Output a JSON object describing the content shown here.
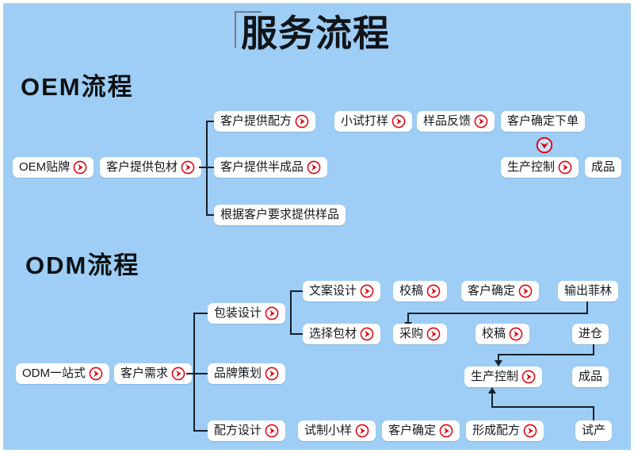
{
  "page": {
    "title": "服务流程",
    "background_color": "#9ecef5",
    "node_color": "#ffffff",
    "accent_color": "#e3000f",
    "connector_color": "#16202b"
  },
  "sections": [
    {
      "id": "oem",
      "heading": "OEM流程"
    },
    {
      "id": "odm",
      "heading": "ODM流程"
    }
  ],
  "oem": {
    "start": {
      "label": "OEM贴牌",
      "icon": "red-arrow-right-icon"
    },
    "second": {
      "label": "客户提供包材",
      "icon": "red-arrow-right-icon"
    },
    "branches": [
      {
        "label": "客户提供配方",
        "icon": "red-arrow-right-icon"
      },
      {
        "label": "客户提供半成品",
        "icon": "red-arrow-right-icon"
      },
      {
        "label": "根据客户要求提供样品",
        "icon": "none"
      }
    ],
    "top_chain": [
      {
        "label": "小试打样",
        "icon": "red-arrow-right-icon"
      },
      {
        "label": "样品反馈",
        "icon": "red-arrow-right-icon"
      },
      {
        "label": "客户确定下单",
        "icon": "none"
      }
    ],
    "down_icon": "red-arrow-down-icon",
    "final_chain": [
      {
        "label": "生产控制",
        "icon": "red-arrow-right-icon"
      },
      {
        "label": "成品",
        "icon": "none"
      }
    ]
  },
  "odm": {
    "start": {
      "label": "ODM一站式",
      "icon": "red-arrow-right-icon"
    },
    "second": {
      "label": "客户需求",
      "icon": "red-arrow-right-icon"
    },
    "branches": [
      {
        "label": "包装设计",
        "icon": "red-arrow-right-icon"
      },
      {
        "label": "品牌策划",
        "icon": "red-arrow-right-icon"
      },
      {
        "label": "配方设计",
        "icon": "red-arrow-right-icon"
      }
    ],
    "packaging_row_a": [
      {
        "label": "文案设计",
        "icon": "red-arrow-right-icon"
      },
      {
        "label": "校稿",
        "icon": "red-arrow-right-icon"
      },
      {
        "label": "客户确定",
        "icon": "red-arrow-right-icon"
      },
      {
        "label": "输出菲林",
        "icon": "none"
      }
    ],
    "packaging_row_b": [
      {
        "label": "选择包材",
        "icon": "red-arrow-right-icon"
      },
      {
        "label": "采购",
        "icon": "red-arrow-right-icon"
      },
      {
        "label": "校稿",
        "icon": "red-arrow-right-icon"
      },
      {
        "label": "进仓",
        "icon": "none"
      }
    ],
    "production_row": [
      {
        "label": "生产控制",
        "icon": "red-arrow-right-icon"
      },
      {
        "label": "成品",
        "icon": "none"
      }
    ],
    "formula_row": [
      {
        "label": "试制小样",
        "icon": "red-arrow-right-icon"
      },
      {
        "label": "客户确定",
        "icon": "red-arrow-right-icon"
      },
      {
        "label": "形成配方",
        "icon": "red-arrow-right-icon"
      },
      {
        "label": "试产",
        "icon": "none"
      }
    ]
  }
}
